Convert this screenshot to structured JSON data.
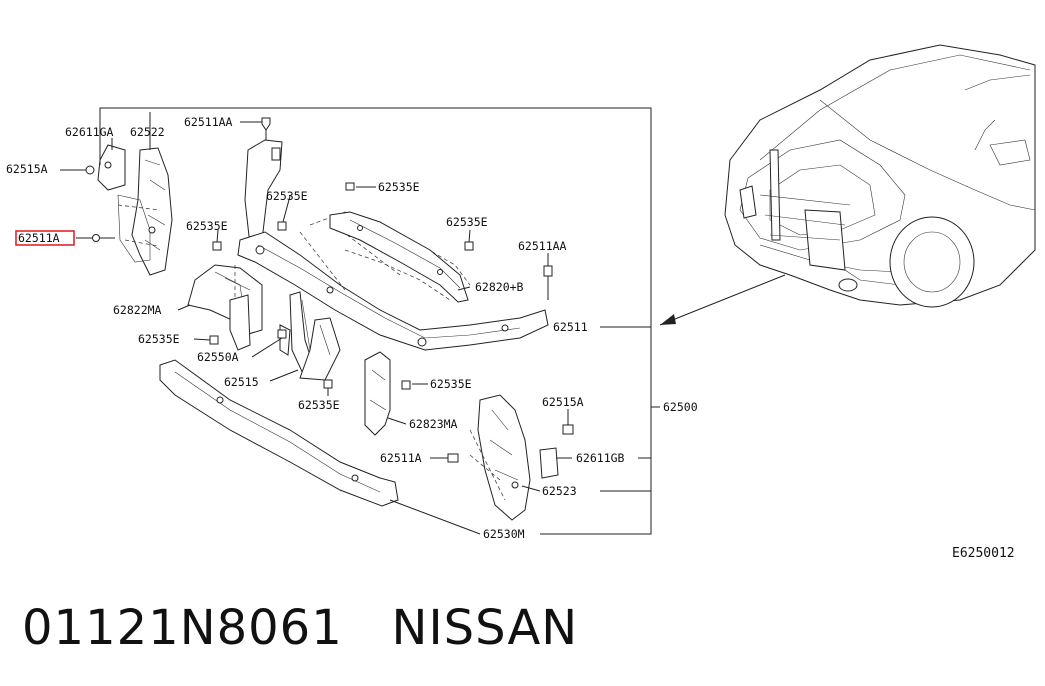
{
  "callouts": {
    "p62611GA": "62611GA",
    "p62522": "62522",
    "p62515A_left": "62515A",
    "p62511A_left": "62511A",
    "p62822MA": "62822MA",
    "p62535E_a": "62535E",
    "p62550A": "62550A",
    "p62515": "62515",
    "p62511AA_top": "62511AA",
    "p62535E_b": "62535E",
    "p62535E_c": "62535E",
    "p62535E_d": "62535E",
    "p62535E_e": "62535E",
    "p62511AA_right": "62511AA",
    "p62820B": "62820+B",
    "p62511": "62511",
    "p62535E_f": "62535E",
    "p62535E_g": "62535E",
    "p62823MA": "62823MA",
    "p62515A_right": "62515A",
    "p62500": "62500",
    "p62511A_right": "62511A",
    "p62611GB": "62611GB",
    "p62523": "62523",
    "p62530M": "62530M"
  },
  "diagram_code": "E6250012",
  "footer": {
    "part_number": "01121N8061",
    "brand": "NISSAN"
  },
  "highlight_color": "#e0262b",
  "highlighted_callout": "62511A"
}
